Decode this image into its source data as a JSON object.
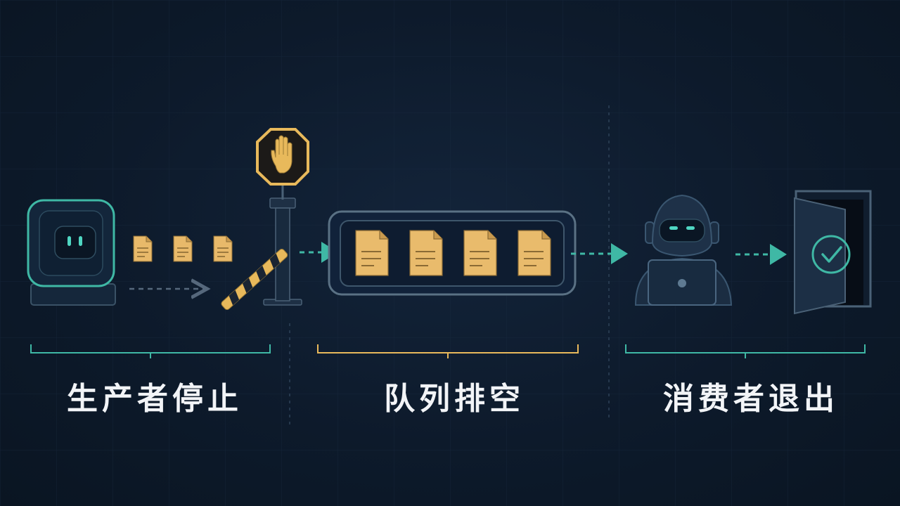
{
  "stages": [
    {
      "id": "producer",
      "caption": "生产者停止"
    },
    {
      "id": "queue",
      "caption": "队列排空"
    },
    {
      "id": "consumer",
      "caption": "消费者退出"
    }
  ],
  "colors": {
    "background": "#0d1a2b",
    "teal": "#3fb8a5",
    "amber": "#e8b95b",
    "document_fill": "#e8b96a",
    "panel_stroke": "#5a7184",
    "text": "#f2f4f7"
  },
  "icons": {
    "producer": "robot-machine-icon",
    "stop": "stop-hand-icon",
    "barrier": "barrier-gate-icon",
    "queue": "queue-box-icon",
    "consumer": "robot-laptop-icon",
    "exit": "exit-door-check-icon"
  },
  "counts": {
    "producer_documents": 3,
    "queue_documents": 4
  }
}
